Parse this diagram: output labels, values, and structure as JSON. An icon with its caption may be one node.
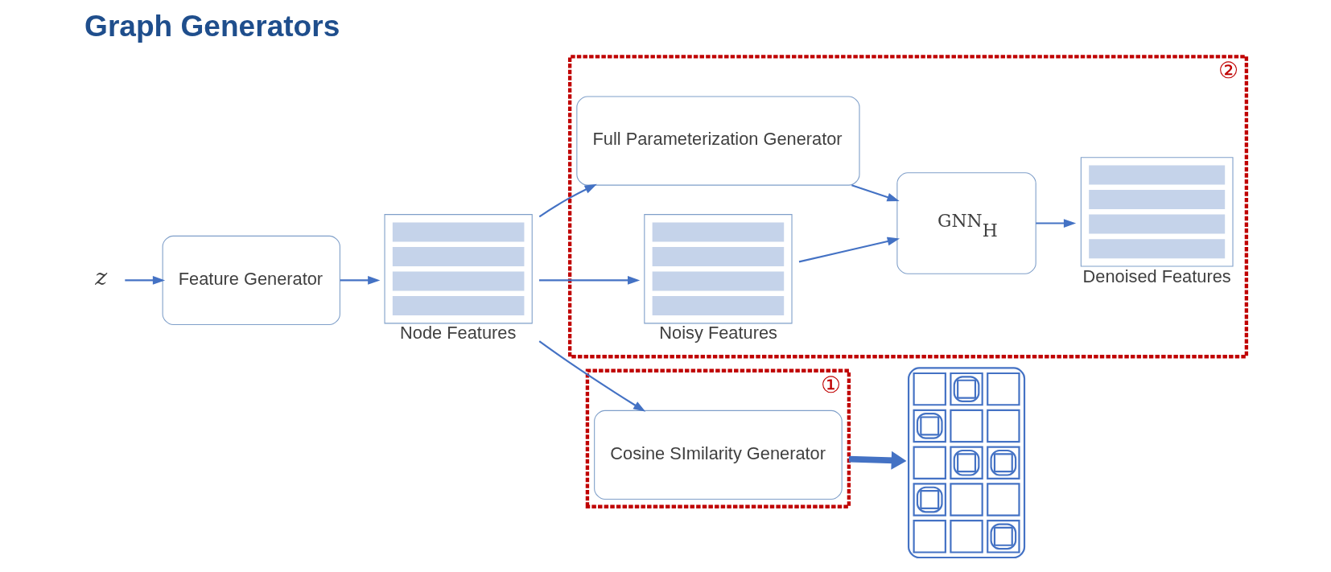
{
  "diagram": {
    "title": "Graph Generators",
    "nodes": [
      {
        "text": [
          "z"
        ]
      },
      {
        "text": [
          "Feature Generator"
        ]
      },
      {
        "text": [
          "Node Features"
        ]
      },
      {
        "text": [
          "①"
        ]
      },
      {
        "text": [
          "Cosine SImilarity Generator"
        ],
        "in": 3
      },
      {
        "text": [],
        "shape": "picture"
      },
      {
        "text": [
          "②"
        ]
      },
      {
        "text": [
          "Full Parameterization Generator"
        ],
        "in": 6
      },
      {
        "text": [
          "Noisy Features"
        ],
        "in": 6
      },
      {
        "text": [
          "GNN$_{H}$"
        ],
        "in": 6
      },
      {
        "text": [
          "Denoised Features"
        ],
        "in": 6
      }
    ],
    "edges": [
      {
        "from": 0,
        "to": 1,
        "arrow": "to"
      },
      {
        "from": 1,
        "to": 2,
        "arrow": "to"
      },
      {
        "from": 2,
        "to": 4,
        "arrow": "to"
      },
      {
        "from": 2,
        "to": 7,
        "arrow": "to"
      },
      {
        "from": 2,
        "to": 8,
        "arrow": "to"
      },
      {
        "from": 3,
        "to": 5,
        "arrow": "to",
        "style": "thick"
      },
      {
        "from": 7,
        "to": 9,
        "arrow": "to"
      },
      {
        "from": 8,
        "to": 9,
        "arrow": "to"
      },
      {
        "from": 9,
        "to": 10,
        "arrow": "to"
      }
    ]
  }
}
